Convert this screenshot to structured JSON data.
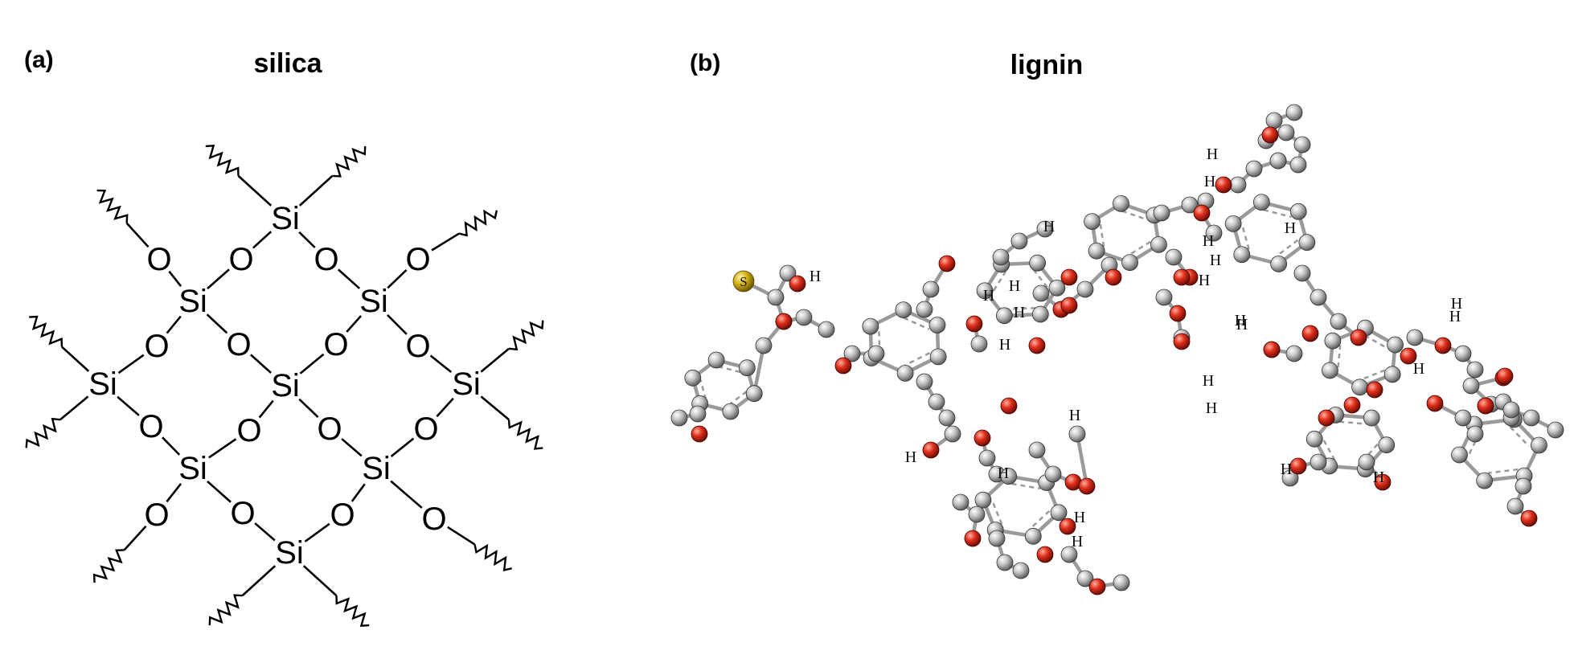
{
  "panels": {
    "a": {
      "label": "(a)",
      "title": "silica"
    },
    "b": {
      "label": "(b)",
      "title": "lignin"
    }
  },
  "atoms": {
    "silicon": "Si",
    "oxygen": "O",
    "hydrogen": "H",
    "sulfur": "S"
  },
  "colors": {
    "carbon": "#b4b4b4",
    "oxygen": "#d42a18",
    "sulfur": "#d4b414",
    "bond": "#9a9a9a",
    "line": "#000000"
  },
  "icons": {
    "a": "silica-network-diagram",
    "b": "lignin-ball-and-stick-model"
  }
}
